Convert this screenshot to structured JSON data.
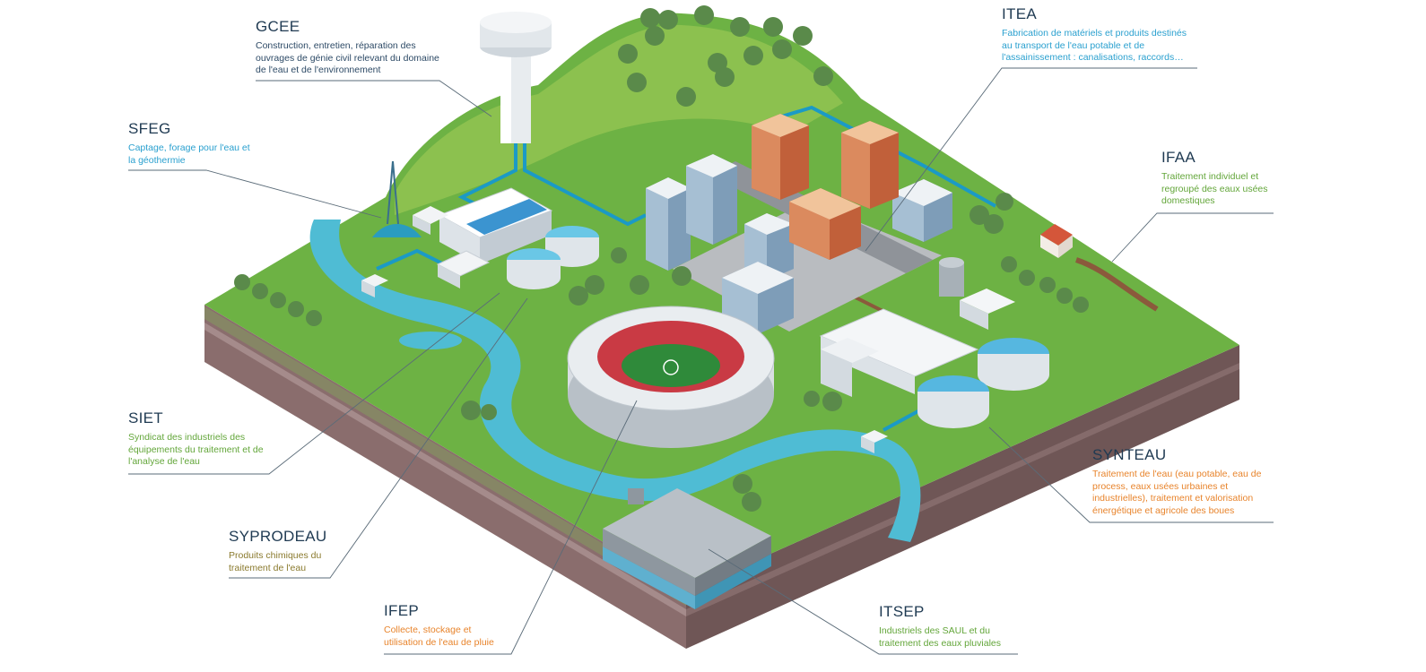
{
  "colors": {
    "grass": "#6fb146",
    "grass_light": "#9cc65a",
    "soil": "#8a6e6e",
    "water": "#53bfd6",
    "pipe": "#1b9ac6",
    "leader": "#5a6b78",
    "title": "#1f3a52",
    "desc_blue": "#2aa0cf",
    "desc_green": "#63a63a",
    "desc_orange": "#e8842c",
    "desc_olive": "#8a7a2e",
    "desc_navy": "#2d4a66"
  },
  "labels": [
    {
      "id": "gcee",
      "name": "GCEE",
      "desc": "Construction, entretien,   réparation des ouvrages de génie civil relevant du domaine de l'eau et de l'environnement",
      "color": "#2d4a66"
    },
    {
      "id": "sfeg",
      "name": "SFEG",
      "desc": "Captage, forage pour l'eau et la géothermie",
      "color": "#2aa0cf"
    },
    {
      "id": "itea",
      "name": "ITEA",
      "desc": "Fabrication de matériels et produits destinés au transport de l'eau potable et de l'assainissement : canalisations, raccords…",
      "color": "#2aa0cf"
    },
    {
      "id": "ifaa",
      "name": "IFAA",
      "desc": "Traitement individuel  et regroupé des eaux usées domestiques",
      "color": "#63a63a"
    },
    {
      "id": "siet",
      "name": "SIET",
      "desc": "Syndicat des industriels des équipements du traitement et de l'analyse de l'eau",
      "color": "#63a63a"
    },
    {
      "id": "synteau",
      "name": "SYNTEAU",
      "desc": "Traitement de l'eau (eau potable, eau de process, eaux usées urbaines et industrielles), traitement et valorisation énergétique et agricole des boues",
      "color": "#e8842c"
    },
    {
      "id": "syprodeau",
      "name": "SYPRODEAU",
      "desc": "Produits chimiques du traitement de l'eau",
      "color": "#8a7a2e"
    },
    {
      "id": "ifep",
      "name": "IFEP",
      "desc": "Collecte, stockage et utilisation de l'eau de pluie",
      "color": "#e8842c"
    },
    {
      "id": "itsep",
      "name": "ITSEP",
      "desc": "Industriels des SAUL et du traitement des eaux pluviales",
      "color": "#63a63a"
    }
  ]
}
